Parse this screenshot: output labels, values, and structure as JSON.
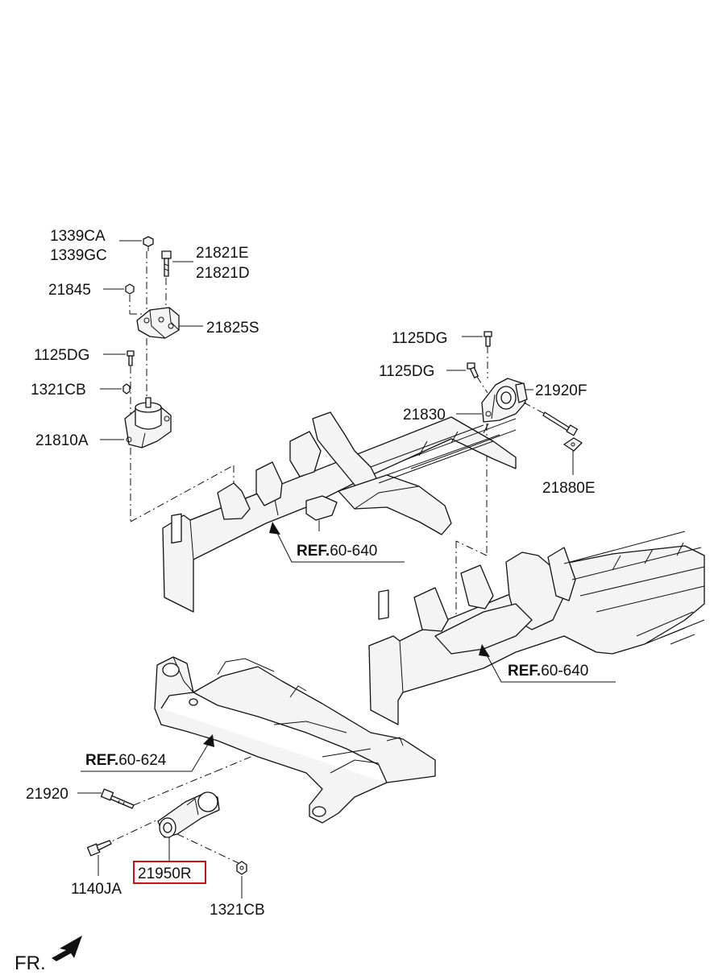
{
  "labels": {
    "p1339CA": "1339CA",
    "p1339GC": "1339GC",
    "p21821E": "21821E",
    "p21821D": "21821D",
    "p21845": "21845",
    "p21825S": "21825S",
    "p1125DG_a": "1125DG",
    "p1321CB_a": "1321CB",
    "p21810A": "21810A",
    "p1125DG_b": "1125DG",
    "p1125DG_c": "1125DG",
    "p21920F": "21920F",
    "p21830": "21830",
    "p21880E": "21880E",
    "p21920": "21920",
    "p1140JA": "1140JA",
    "p21950R": "21950R",
    "p1321CB_b": "1321CB"
  },
  "refs": {
    "ref1": {
      "bold": "REF.",
      "num": "60-640"
    },
    "ref2": {
      "bold": "REF.",
      "num": "60-640"
    },
    "ref3": {
      "bold": "REF.",
      "num": "60-624"
    }
  },
  "front_marker": "FR.",
  "highlight_color": "#d01010"
}
